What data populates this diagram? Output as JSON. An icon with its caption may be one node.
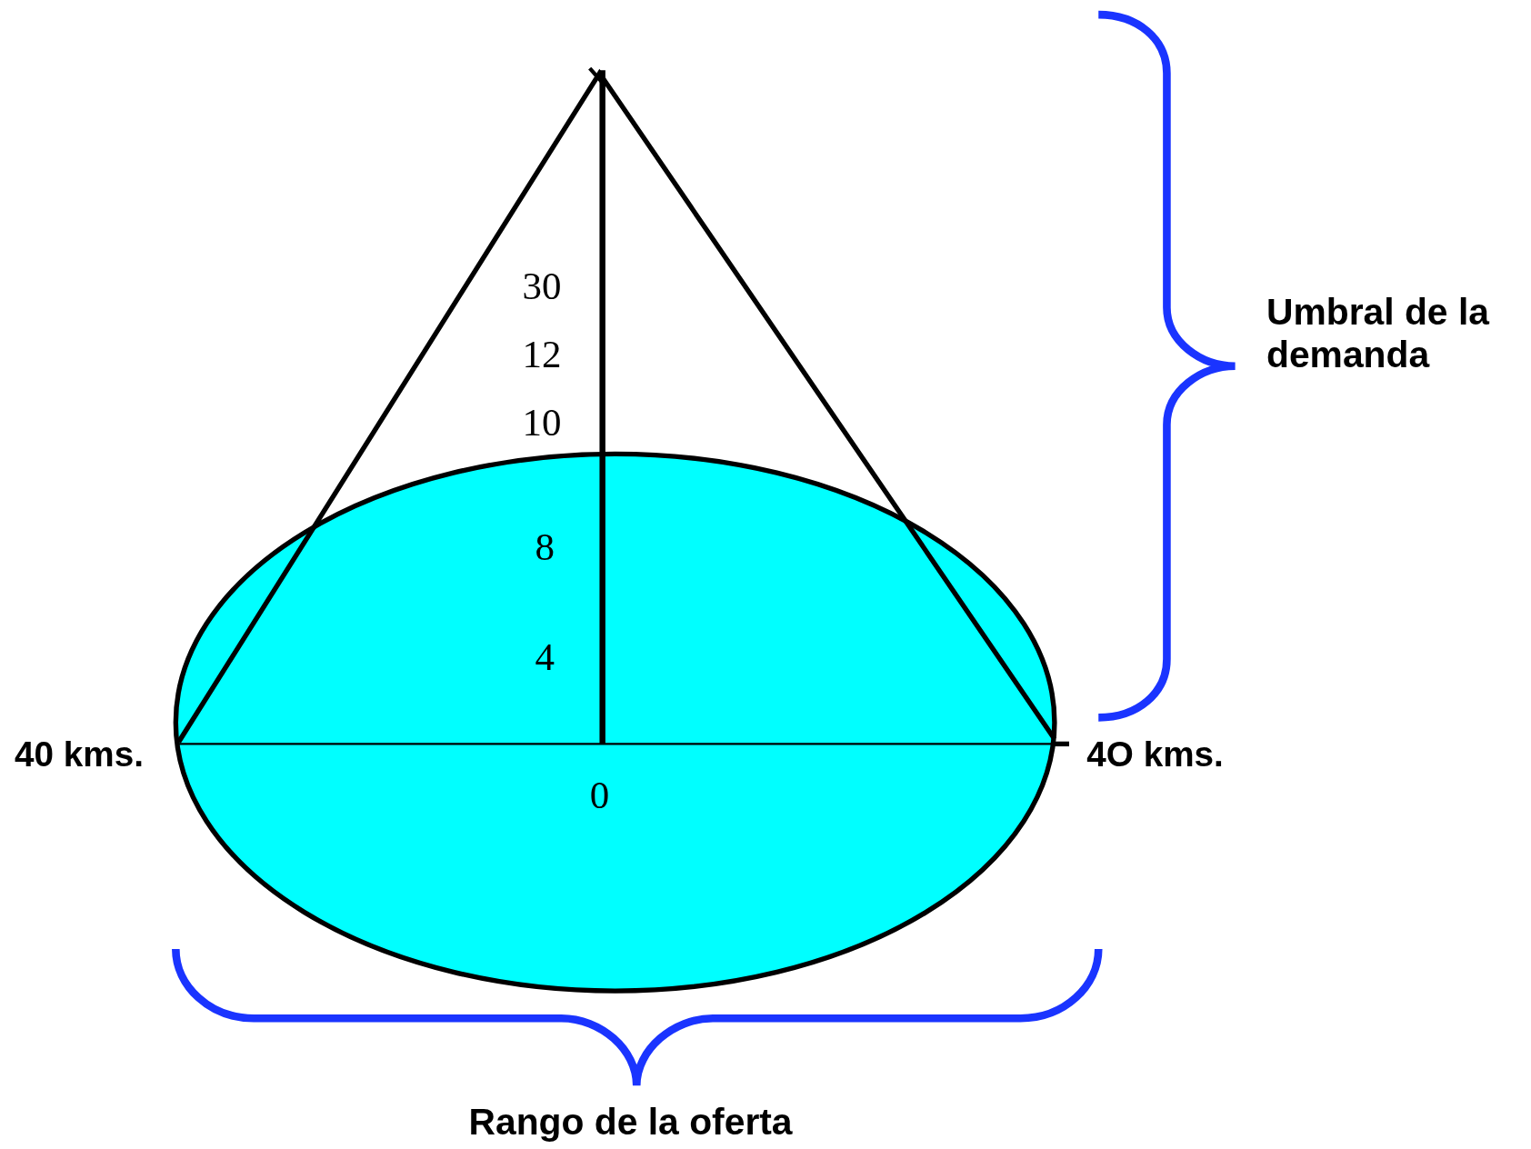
{
  "diagram": {
    "labels": [
      "30",
      "Umbral de la demanda",
      "12",
      "10",
      "8",
      "4",
      "40 kms.",
      "4O kms.",
      "0",
      "Rango de la oferta"
    ]
  }
}
